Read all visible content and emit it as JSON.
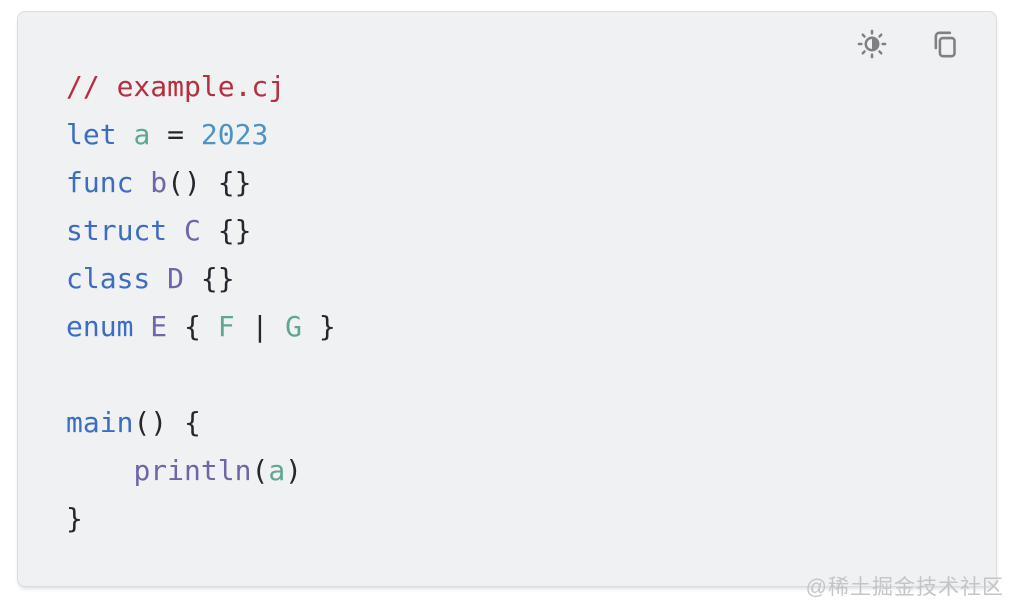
{
  "colors": {
    "card-bg": "#f0f1f3",
    "card-border": "#dadcdf",
    "icon": "#7e8084",
    "comment": "#b5303e",
    "keyword": "#3d6dc2",
    "variable": "#5fa88f",
    "number": "#4d93c4",
    "function": "#6e66a6",
    "type": "#6e66a6",
    "plain": "#26262e",
    "watermark": "#c3c5c8"
  },
  "toolbar": {
    "theme_toggle_icon": "brightness-contrast-icon",
    "copy_icon": "copy-icon"
  },
  "code": {
    "lines": [
      {
        "tokens": [
          {
            "text": "// example.cj",
            "type": "comment"
          }
        ]
      },
      {
        "tokens": [
          {
            "text": "let",
            "type": "keyword"
          },
          {
            "text": " ",
            "type": "plain"
          },
          {
            "text": "a",
            "type": "variable"
          },
          {
            "text": " = ",
            "type": "plain"
          },
          {
            "text": "2023",
            "type": "number"
          }
        ]
      },
      {
        "tokens": [
          {
            "text": "func",
            "type": "keyword"
          },
          {
            "text": " ",
            "type": "plain"
          },
          {
            "text": "b",
            "type": "function"
          },
          {
            "text": "() {}",
            "type": "plain"
          }
        ]
      },
      {
        "tokens": [
          {
            "text": "struct",
            "type": "keyword"
          },
          {
            "text": " ",
            "type": "plain"
          },
          {
            "text": "C",
            "type": "type"
          },
          {
            "text": " {}",
            "type": "plain"
          }
        ]
      },
      {
        "tokens": [
          {
            "text": "class",
            "type": "keyword"
          },
          {
            "text": " ",
            "type": "plain"
          },
          {
            "text": "D",
            "type": "type"
          },
          {
            "text": " {}",
            "type": "plain"
          }
        ]
      },
      {
        "tokens": [
          {
            "text": "enum",
            "type": "keyword"
          },
          {
            "text": " ",
            "type": "plain"
          },
          {
            "text": "E",
            "type": "type"
          },
          {
            "text": " { ",
            "type": "plain"
          },
          {
            "text": "F",
            "type": "variable"
          },
          {
            "text": " | ",
            "type": "plain"
          },
          {
            "text": "G",
            "type": "variable"
          },
          {
            "text": " }",
            "type": "plain"
          }
        ]
      },
      {
        "tokens": []
      },
      {
        "tokens": [
          {
            "text": "main",
            "type": "keyword"
          },
          {
            "text": "() {",
            "type": "plain"
          }
        ]
      },
      {
        "tokens": [
          {
            "text": "    ",
            "type": "plain"
          },
          {
            "text": "println",
            "type": "function"
          },
          {
            "text": "(",
            "type": "plain"
          },
          {
            "text": "a",
            "type": "variable"
          },
          {
            "text": ")",
            "type": "plain"
          }
        ]
      },
      {
        "tokens": [
          {
            "text": "}",
            "type": "plain"
          }
        ]
      }
    ]
  },
  "watermark": {
    "text": "@稀土掘金技术社区"
  }
}
